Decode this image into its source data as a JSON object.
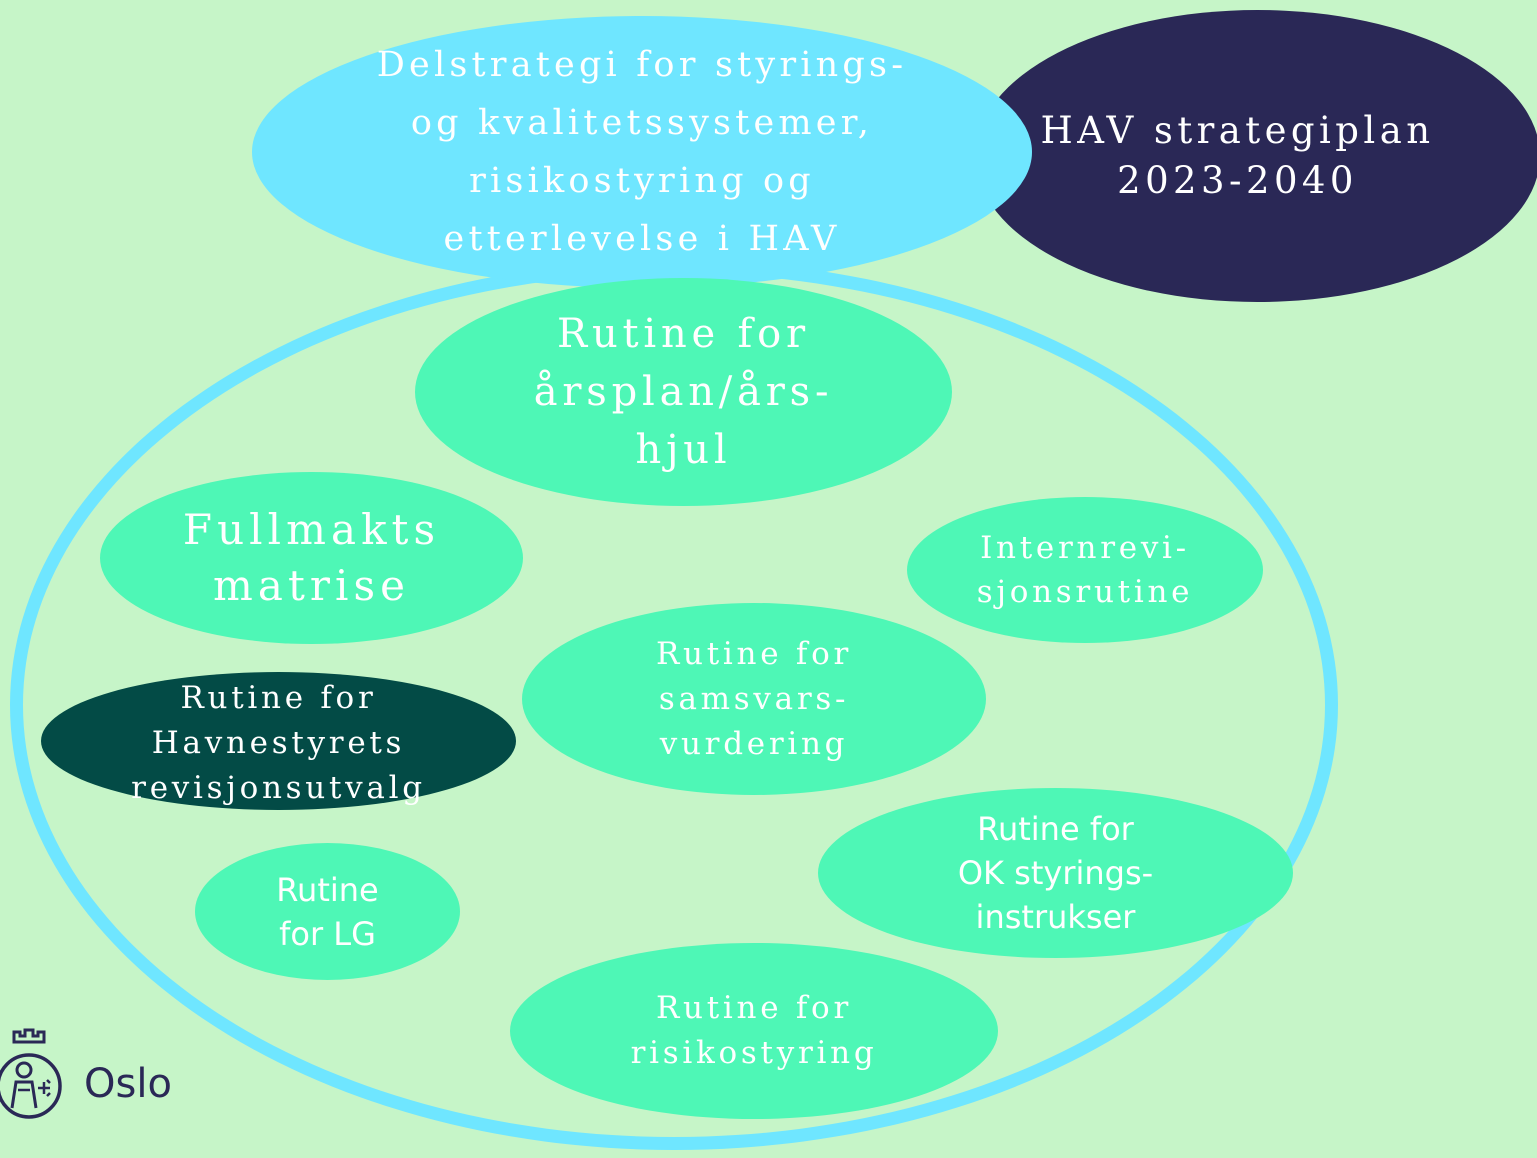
{
  "strategy": {
    "plan": "HAV strategiplan\n2023-2040",
    "sub_strategy": "Delstrategi for styrings-\nog kvalitetssystemer,\nrisikostyring og\netterlevelse i HAV"
  },
  "routines": {
    "arsplan": "Rutine for\nårsplan/års-\nhjul",
    "fullmakt": "Fullmakts\nmatrise",
    "internrevisjon": "Internrevi-\nsjonsrutine",
    "samsvar": "Rutine for\nsamsvars-\nvurdering",
    "havnestyret": "Rutine for\nHavnestyrets\nrevisjonsutvalg",
    "lg": "Rutine\nfor LG",
    "ok_styring": "Rutine for\nOK styrings-\ninstrukser",
    "risikostyring": "Rutine for\nrisikostyring"
  },
  "logo": {
    "wordmark": "Oslo"
  },
  "colors": {
    "background": "#c6f5c8",
    "ring": "#6fe6ff",
    "strategy_plan": "#2a2856",
    "sub_strategy": "#6fe6ff",
    "routine": "#4ef7b6",
    "havnestyret": "#034b46"
  }
}
